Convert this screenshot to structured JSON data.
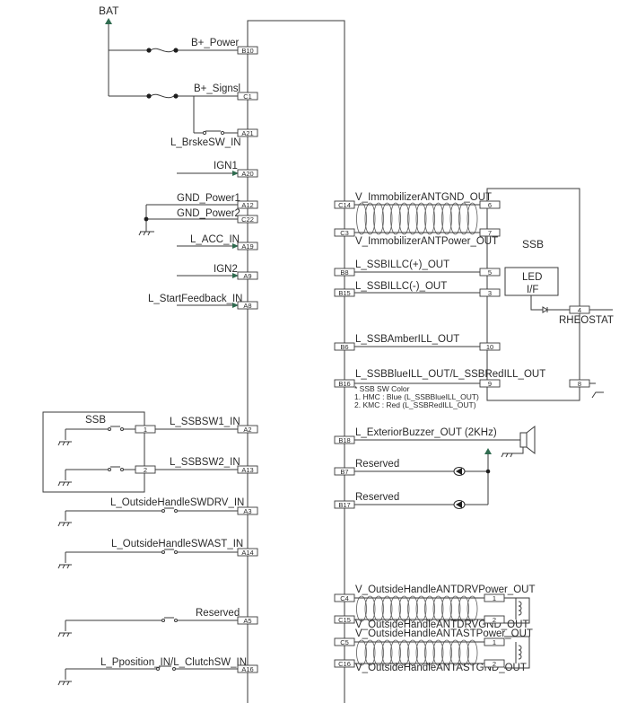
{
  "diagram": {
    "colors": {
      "wire": "#3a3a3a",
      "arrow": "#2f6b4f"
    },
    "power_source": "BAT",
    "left_signals": [
      {
        "label": "B+_Power",
        "pin": "B10"
      },
      {
        "label": "B+_Signsl",
        "pin": "C1"
      },
      {
        "label": "L_BrskeSW_IN",
        "pin": "A21"
      },
      {
        "label": "IGN1",
        "pin": "A20"
      },
      {
        "label": "GND_Power1",
        "pin": "A12"
      },
      {
        "label": "GND_Power2",
        "pin": "C22"
      },
      {
        "label": "L_ACC_IN",
        "pin": "A19"
      },
      {
        "label": "IGN2",
        "pin": "A9"
      },
      {
        "label": "L_StartFeedback_IN",
        "pin": "A8"
      },
      {
        "label": "L_SSBSW1_IN",
        "pin": "A2"
      },
      {
        "label": "L_SSBSW2_IN",
        "pin": "A13"
      },
      {
        "label": "L_OutsideHandleSWDRV_IN",
        "pin": "A3"
      },
      {
        "label": "L_OutsideHandleSWAST_IN",
        "pin": "A14"
      },
      {
        "label": "Reserved",
        "pin": "A5"
      },
      {
        "label": "L_Pposition_IN/L_ClutchSW_IN",
        "pin": "A16"
      }
    ],
    "ssb_left": {
      "title": "SSB",
      "pins": [
        "1",
        "2"
      ]
    },
    "right_signals": [
      {
        "label": "V_ImmobilizerANTGND_OUT",
        "pin": "C14",
        "ssb_pin": "6"
      },
      {
        "label": "V_ImmobilizerANTPower_OUT",
        "pin": "C3",
        "ssb_pin": "7"
      },
      {
        "label": "L_SSBILLC(+)_OUT",
        "pin": "B8",
        "ssb_pin": "5"
      },
      {
        "label": "L_SSBILLC(-)_OUT",
        "pin": "B15",
        "ssb_pin": "3"
      },
      {
        "label": "L_SSBAmberILL_OUT",
        "pin": "B6",
        "ssb_pin": "10"
      },
      {
        "label": "L_SSBBlueILL_OUT/L_SSBRedILL_OUT",
        "pin": "B16",
        "ssb_pin": "9"
      },
      {
        "label": "L_ExteriorBuzzer_OUT (2KHz)",
        "pin": "B18"
      },
      {
        "label": "Reserved",
        "pin": "B7"
      },
      {
        "label": "Reserved",
        "pin": "B17"
      },
      {
        "label": "V_OutsideHandleANTDRVPower_OUT",
        "pin": "C4",
        "ant_pin": "1"
      },
      {
        "label": "V_OutsideHandleANTDRVGND_OUT",
        "pin": "C15",
        "ant_pin": "2"
      },
      {
        "label": "V_OutsideHandleANTASTPower_OUT",
        "pin": "C5",
        "ant_pin": "1"
      },
      {
        "label": "V_OutsideHandleANTASTGND_OUT",
        "pin": "C16",
        "ant_pin": "2"
      }
    ],
    "ssb_right": {
      "title": "SSB",
      "led_line1": "LED",
      "led_line2": "I/F",
      "rheostat_pin": "4",
      "rheostat_label": "RHEOSTAT",
      "ground_pin": "8"
    },
    "note": {
      "title": "* SSB SW Color",
      "line1": "1. HMC : Blue (L_SSBBlueILL_OUT)",
      "line2": "2. KMC : Red (L_SSBRedILL_OUT)"
    }
  }
}
